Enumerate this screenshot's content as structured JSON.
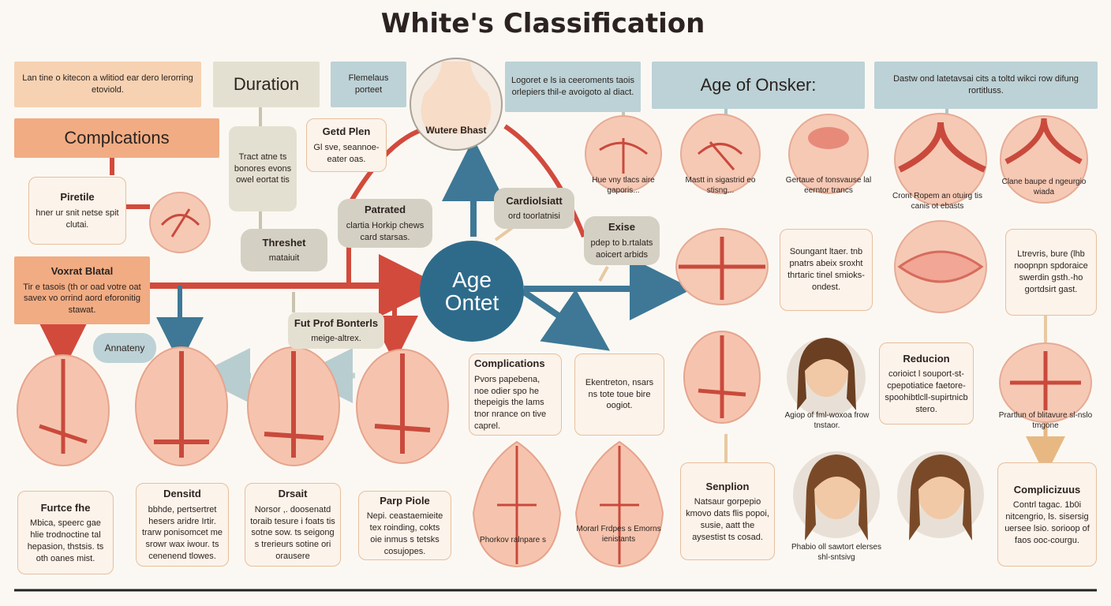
{
  "title": "White's Classification",
  "hub": {
    "line1": "Age",
    "line2": "Ontet"
  },
  "top_center_circle": "Wutere Bhast",
  "boxes": {
    "intro_left": "Lan tine o kitecon a wlitiod ear dero lerorring etoviold.",
    "complications_head": "Complcations",
    "duration_head": "Duration",
    "flemelaus": "Flemelaus porteet",
    "geted_plen_title": "Getd Plen",
    "geted_plen_body": "Gl sve, seannoe-eater oas.",
    "tract_atene": "Tract atne ts bonores evons owel eortat tis",
    "pircitle_title": "Piretile",
    "pircitle_body": "hner ur snit netse spit clutai.",
    "threshet_title": "Threshet",
    "threshet_body": "mataiuit",
    "patrated_title": "Patrated",
    "patrated_body": "clartia Horkip chews card starsas.",
    "voxrat_title": "Voxrat Blatal",
    "voxrat_body": "Tir e tasois (th or oad votre oat savex vo orrind aord eforonitig stawat.",
    "put_prof_title": "Fut Prof Bonterls",
    "put_prof_body": "meige-altrex.",
    "annateny": "Annateny",
    "logoret": "Logoret e ls ia ceeroments taois orlepiers thil-e avoigoto al diact.",
    "cardiolsiett_title": "Cardiolsiatt",
    "cardiolsiett_body": "ord toorlatnisi",
    "exise_title": "Exise",
    "exise_body": "pdep to b.rtalats aoicert arbids",
    "age_onsker_head": "Age of Onsker:",
    "dastw": "Dastw ond latetavsai cits a toltd wikci row difung rortitluss.",
    "complications_mid_title": "Complications",
    "complications_mid_body": "Pvors papebena, noe odier spo he thepeigis the lams tnor nrance on tive caprel.",
    "ekentreton": "Ekentreton, nsars ns tote toue bire oogiot.",
    "dersitd_title": "Densitd",
    "dersitd_body": "bbhde, pertsertret hesers aridre Irtir. trarw ponisomcet me srowr wax iwour. ts cenenend tlowes.",
    "drsait_title": "Drsait",
    "drsait_body": "Norsor ,. doosenatd toraib tesure i foats tis sotne sow. ts seigong s trerieurs sotine ori orausere",
    "parp_piole_title": "Parp Piole",
    "parp_piole_body": "Nepi. ceastaemieite tex roinding, cokts oie inmus s tetsks cosujopes.",
    "furtce_title": "Furtce fhe",
    "furtce_body": "Mbica, speerc gae hlie trodnoctine tal hepasion, thstsis. ts oth oanes mist.",
    "sangant_title": "Soungant ltaer. tnb",
    "sangant_body": "pnatrs abeix sroxht thrtaric tinel smioks-ondest.",
    "lrevris": "Ltrevris, bure (lhb noopnpn spdoraice swerdin gsth.-ho gortdsirt gast.",
    "reducion_title": "Reducion",
    "reducion_body": "corioict l souport-st-cpepotiatice faetore-spoohibtlcll-supirtnicb stero.",
    "senplion_title": "Senplion",
    "senplion_body": "Natsaur gorpepio kmovo dats flis popoi, susie, aatt the aysestist ts cosad.",
    "compliciusus_title": "Complicizuus",
    "compliciusus_body": "Contrl tagac. 1b0i nitcengrio, ls. sisersig uersee lsio. sorioop of faos ooc-courgu."
  },
  "captions": {
    "cell_row1_1": "Hue vny tlacs aire gaporis...",
    "cell_row1_2": "Mastt in sigastrid eo stisng...",
    "cell_row1_3": "Gertaue of tonsvause lal eerntor trancs",
    "cell_row1_4": "Cront Ropem an otuirg tis canis ot ebasts",
    "cell_row1_5": "Clane baupe d ngeurgio wiada",
    "drop_left": "Phorkov",
    "drop_left2": "ralnpare s",
    "drop_right": "Morarl Frdpes s Emorns ienistants",
    "portrait_1": "Agiop of fml-woxoa frow tnstaor.",
    "portrait_3": "Phabio oll sawtort elerses shl-sntsivg",
    "right_cell": "Prartlun of blitavure sl-nslo tmgone"
  },
  "colors": {
    "hub": "#2e6b8b",
    "red_arrow": "#d24a3c",
    "blue_arrow": "#3e7896",
    "tissue": "#f2b9a2",
    "vessel": "#c94a3c"
  }
}
